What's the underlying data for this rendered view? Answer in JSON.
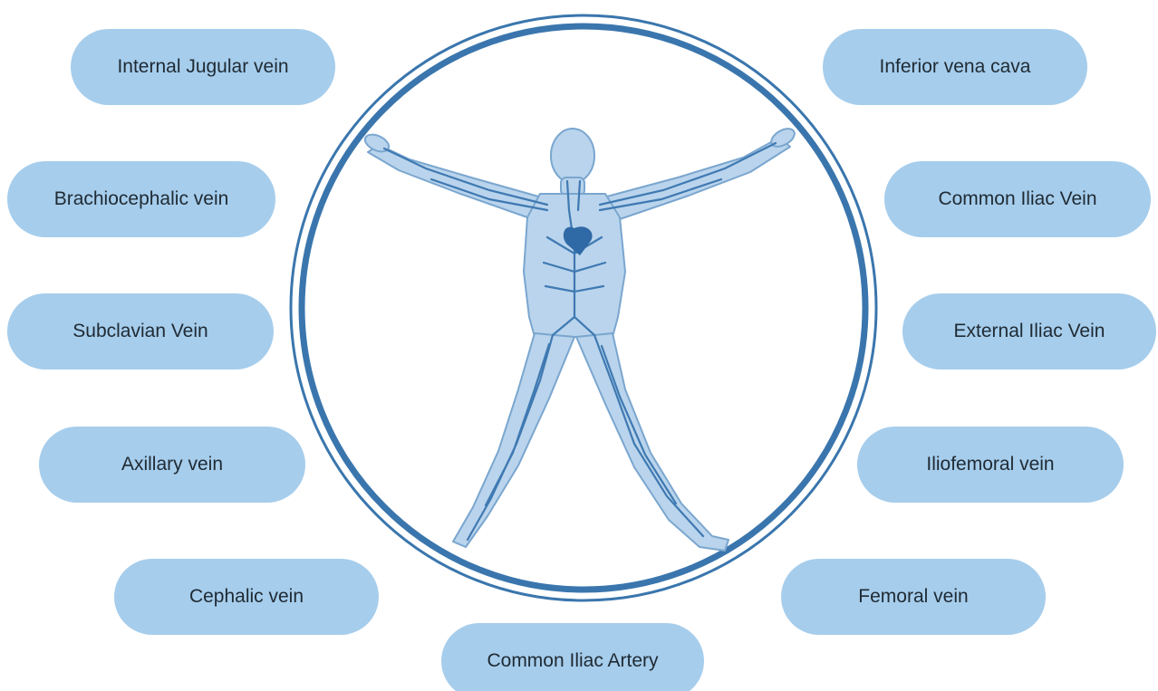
{
  "colors": {
    "pill_fill": "#a6cdec",
    "ring": "#3a76ad",
    "body_fill": "#b9d4ec",
    "body_outline": "#7aa6cf",
    "vein": "#3f79b2",
    "heart": "#2f6aa6",
    "text": "#1f2a33"
  },
  "figure": {
    "icon": "human-circulatory-system-vitruvian-figure"
  },
  "labels": {
    "internal_jugular": "Internal Jugular vein",
    "brachiocephalic": "Brachiocephalic vein",
    "subclavian": "Subclavian Vein",
    "axillary": "Axillary vein",
    "cephalic": "Cephalic vein",
    "common_iliac_artery": "Common Iliac Artery",
    "inferior_vena_cava": "Inferior vena cava",
    "common_iliac_vein": "Common Iliac Vein",
    "external_iliac_vein": "External Iliac Vein",
    "iliofemoral": "Iliofemoral vein",
    "femoral": "Femoral vein"
  }
}
